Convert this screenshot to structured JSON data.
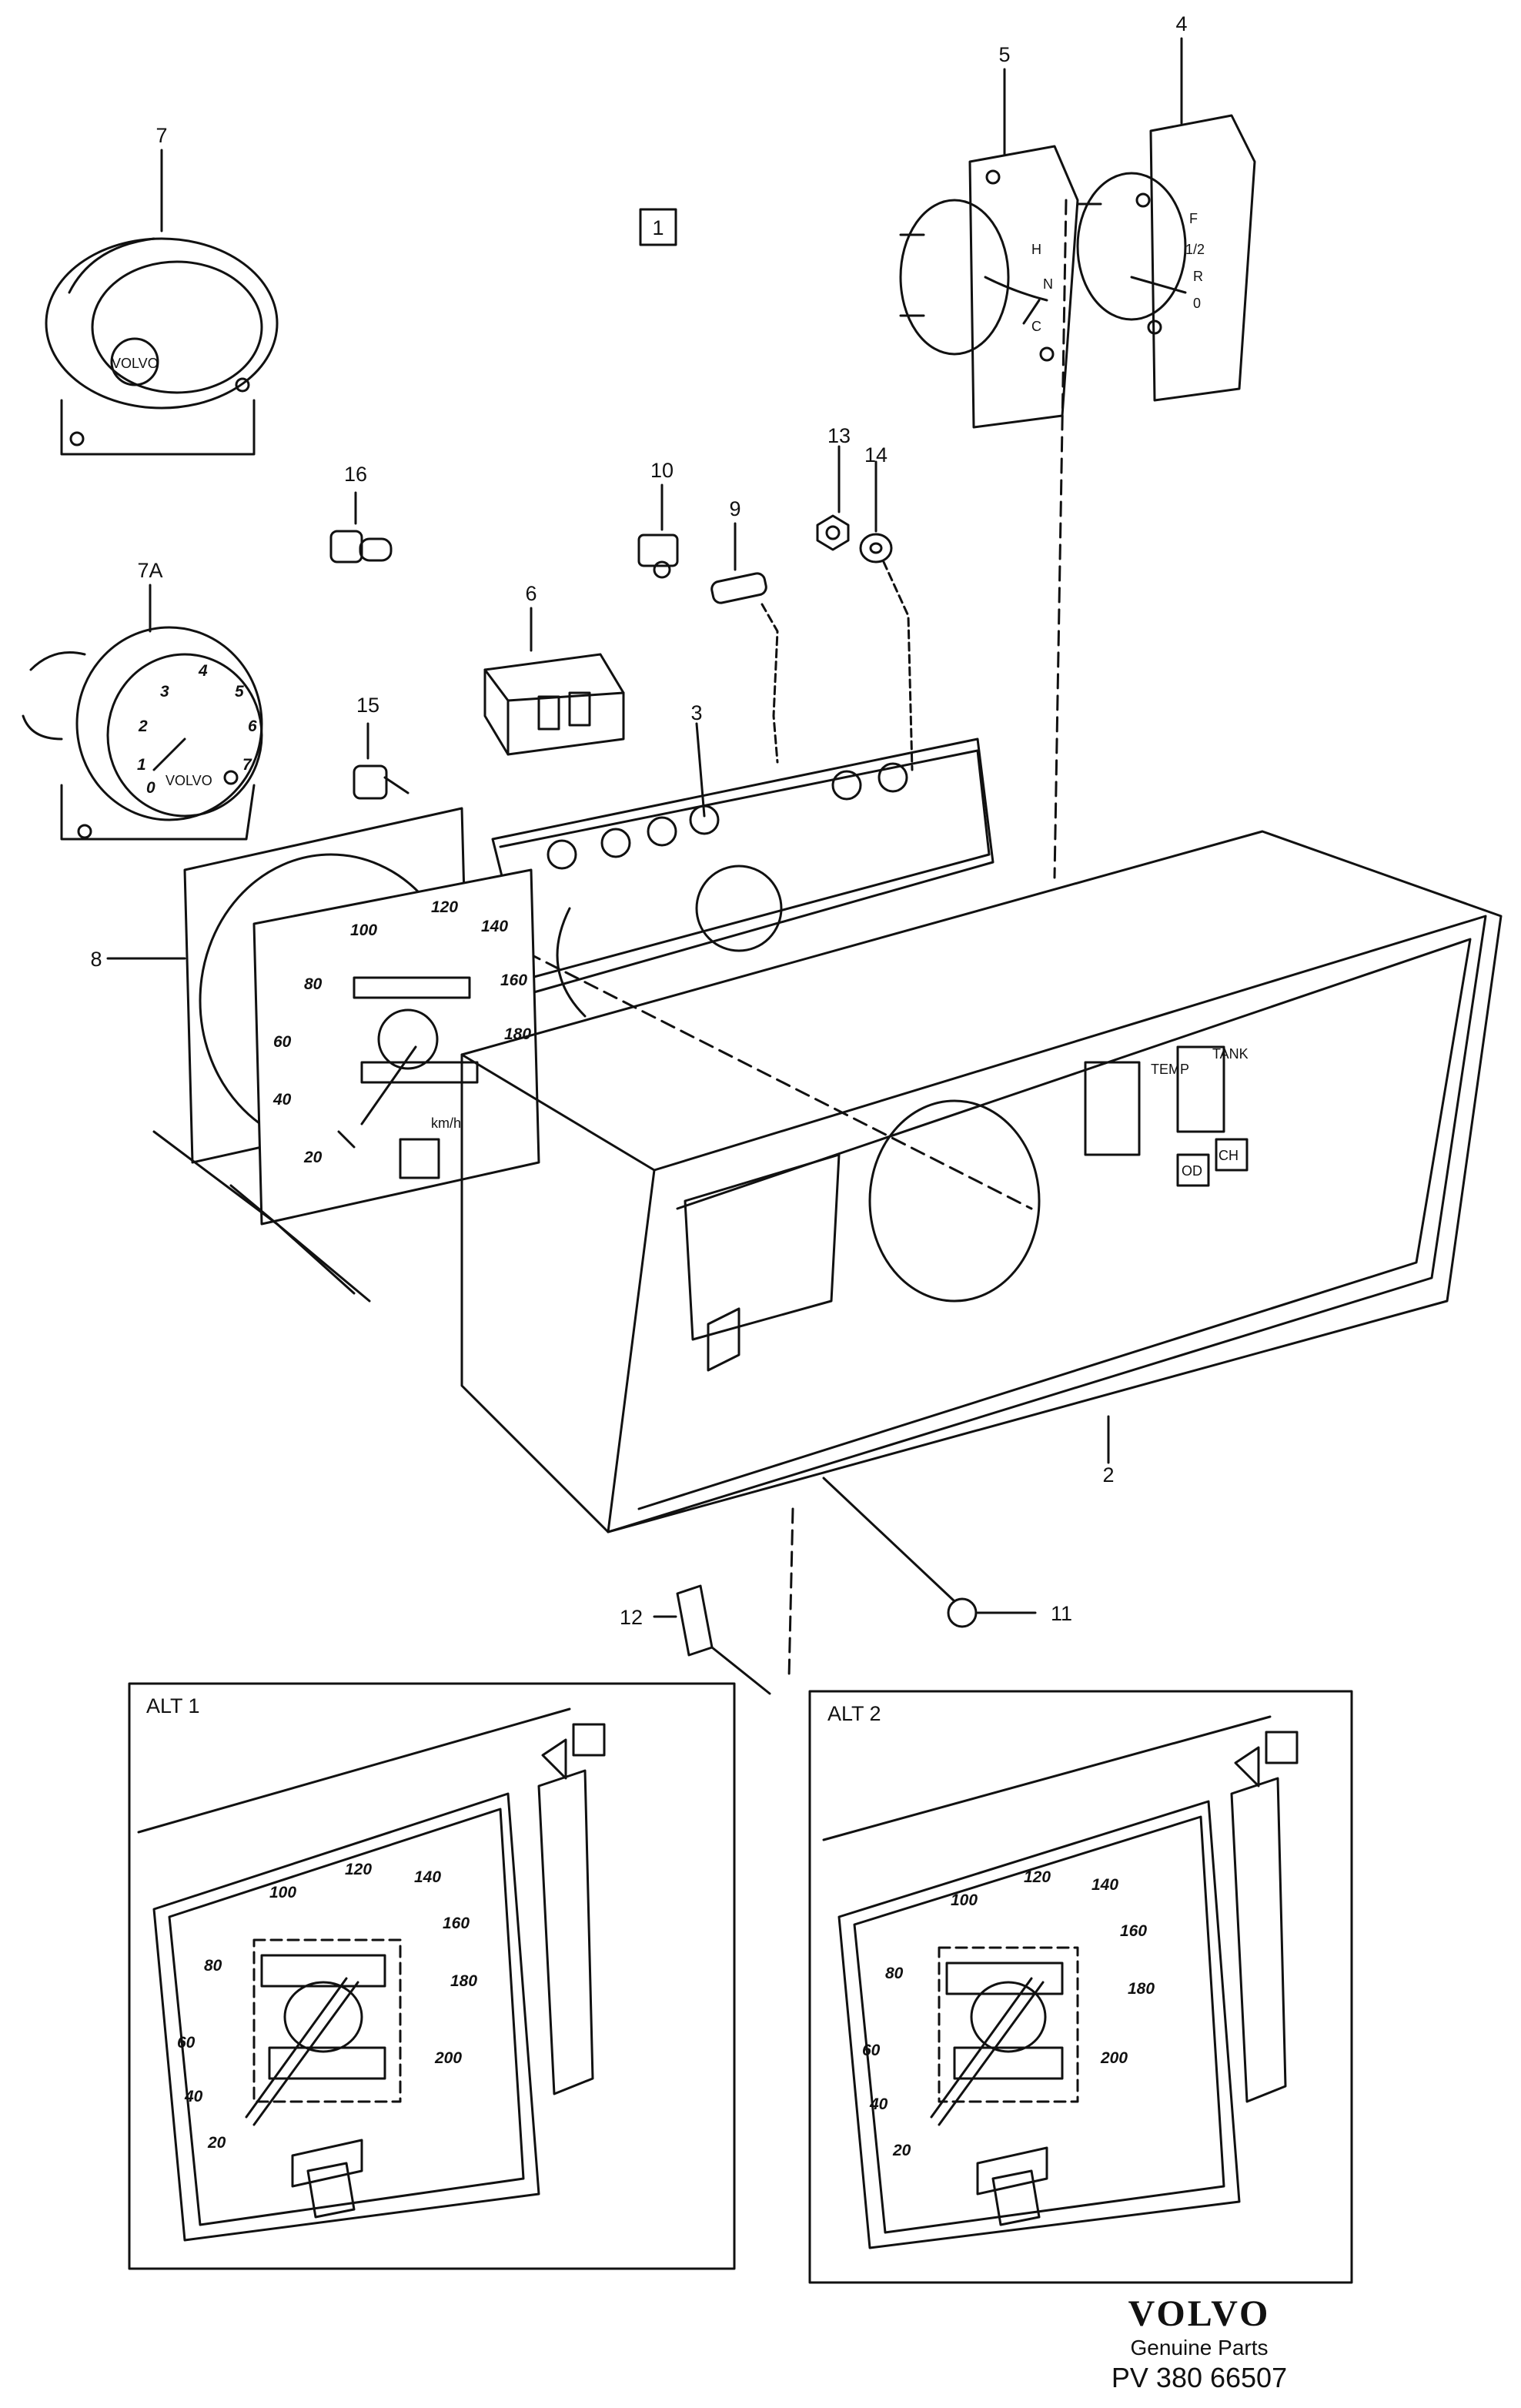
{
  "figure_box_label": "1",
  "callouts": {
    "c2": "2",
    "c3": "3",
    "c4": "4",
    "c5": "5",
    "c6": "6",
    "c7": "7",
    "c7a": "7A",
    "c8": "8",
    "c9": "9",
    "c10": "10",
    "c11": "11",
    "c12": "12",
    "c13": "13",
    "c14": "14",
    "c15": "15",
    "c16": "16"
  },
  "gauge_letters": {
    "temp_h": "H",
    "temp_n": "N",
    "temp_c": "C",
    "fuel_f": "F",
    "fuel_half": "1/2",
    "fuel_r": "R",
    "fuel_0": "0"
  },
  "cluster_labels": {
    "temp": "TEMP",
    "tank": "TANK",
    "od": "OD",
    "ch": "CH"
  },
  "speedo": {
    "unit": "km/h",
    "scale": [
      "20",
      "40",
      "60",
      "80",
      "100",
      "120",
      "140",
      "160",
      "180"
    ]
  },
  "tach_scale": [
    "0",
    "1",
    "2",
    "3",
    "4",
    "5",
    "6",
    "7"
  ],
  "maker_mark": "VOLVO",
  "alt1": {
    "title": "ALT 1",
    "scale": [
      "20",
      "40",
      "60",
      "80",
      "100",
      "120",
      "140",
      "160",
      "180",
      "200"
    ]
  },
  "alt2": {
    "title": "ALT 2",
    "scale": [
      "20",
      "40",
      "60",
      "80",
      "100",
      "120",
      "140",
      "160",
      "180",
      "200"
    ]
  },
  "footer": {
    "brand": "VOLVO",
    "genuine": "Genuine Parts",
    "part_number": "PV 380 66507"
  }
}
